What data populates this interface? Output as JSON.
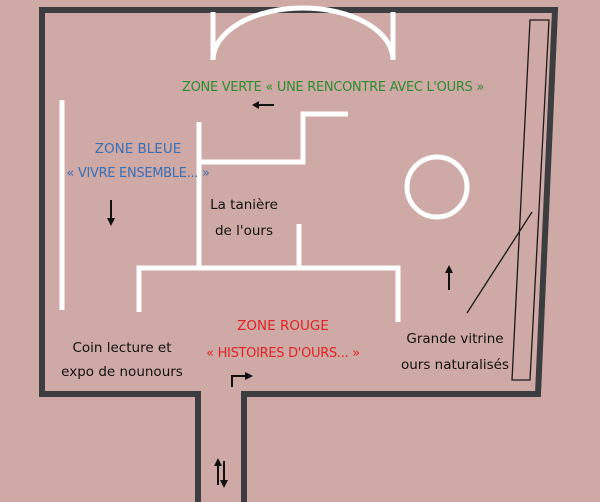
{
  "colors": {
    "background": "#cfa9a5",
    "outer_walls": "#3b3d40",
    "inner_walls": "#ffffff",
    "zone_verte": "#2e8b2e",
    "zone_bleue": "#3a6fb5",
    "zone_rouge": "#e02424",
    "text": "#111111"
  },
  "zones": {
    "verte": {
      "label": "ZONE VERTE « UNE RENCONTRE AVEC L'OURS »"
    },
    "bleue": {
      "line1": "ZONE BLEUE",
      "line2": "« VIVRE ENSEMBLE... »"
    },
    "rouge": {
      "line1": "ZONE ROUGE",
      "line2": "« HISTOIRES D'OURS... »"
    }
  },
  "areas": {
    "taniere": {
      "line1": "La tanière",
      "line2": "de l'ours"
    },
    "coin_lecture": {
      "line1": "Coin lecture et",
      "line2": "expo de nounours"
    },
    "vitrine": {
      "line1": "Grande vitrine",
      "line2": "ours naturalisés"
    }
  },
  "arrows": [
    {
      "name": "arrow-left-icon",
      "direction": "left"
    },
    {
      "name": "arrow-down-icon",
      "direction": "down"
    },
    {
      "name": "arrow-up-icon",
      "direction": "up"
    },
    {
      "name": "arrow-turn-right-icon",
      "direction": "up-then-right"
    },
    {
      "name": "arrow-up-down-icon",
      "direction": "up-down"
    }
  ]
}
